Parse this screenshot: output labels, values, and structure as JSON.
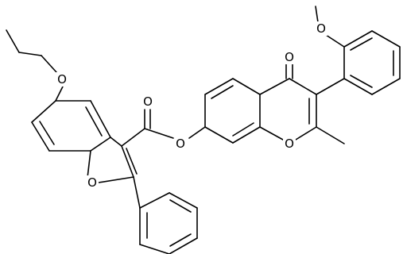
{
  "structure": {
    "atoms": [
      {
        "id": "o_methoxy",
        "symbol": "O"
      },
      {
        "id": "o_ketone",
        "symbol": "O"
      },
      {
        "id": "o_ethoxy",
        "symbol": "O"
      },
      {
        "id": "o_carbonyl",
        "symbol": "O"
      },
      {
        "id": "o_ester",
        "symbol": "O"
      },
      {
        "id": "o_chromone_ring",
        "symbol": "O"
      },
      {
        "id": "o_benzofuran_ring",
        "symbol": "O"
      }
    ]
  }
}
